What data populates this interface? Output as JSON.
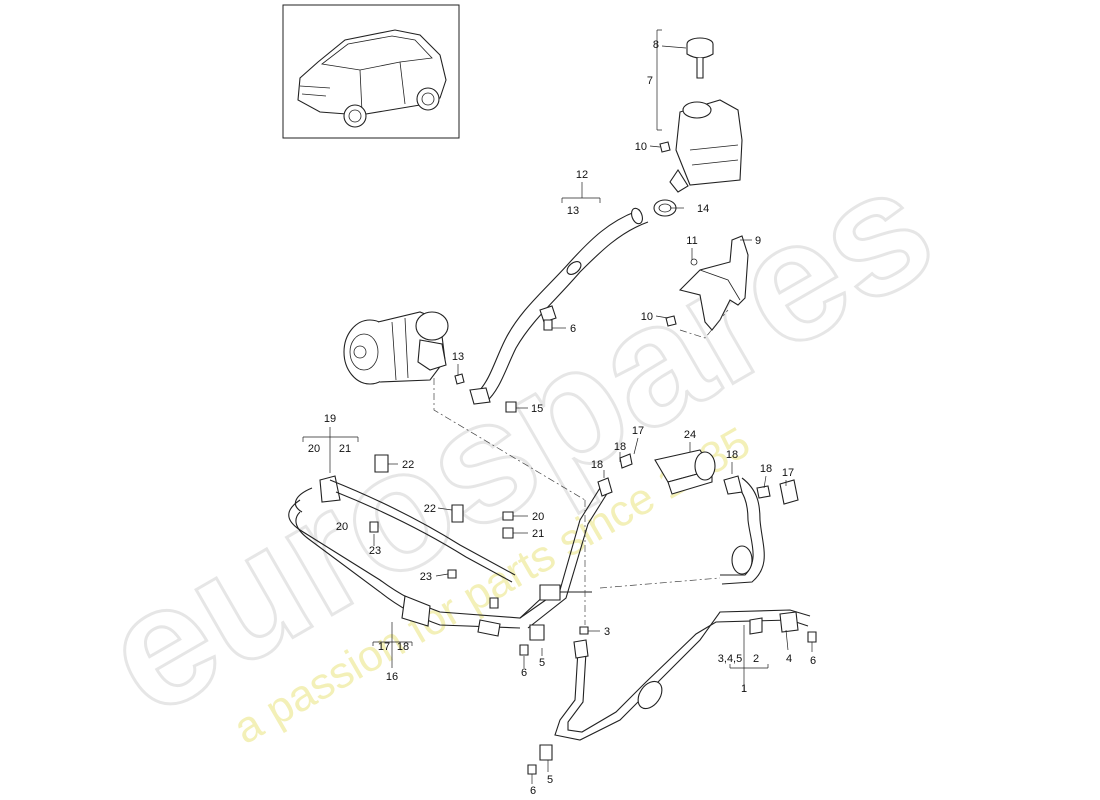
{
  "watermark": {
    "brand": "eurospares",
    "tagline": "a passion for parts since 1985"
  },
  "callouts": {
    "c1": "1",
    "c2": "2",
    "c3": "3",
    "c345": "3,4,5",
    "c4": "4",
    "c5a": "5",
    "c5b": "5",
    "c6a": "6",
    "c6b": "6",
    "c6c": "6",
    "c6d": "6",
    "c7": "7",
    "c8": "8",
    "c9": "9",
    "c10a": "10",
    "c10b": "10",
    "c11": "11",
    "c12": "12",
    "c13a": "13",
    "c13b": "13",
    "c14": "14",
    "c15": "15",
    "c16": "16",
    "c17a": "17",
    "c17b": "17",
    "c17c": "17",
    "c18a": "18",
    "c18b": "18",
    "c18c": "18",
    "c18d": "18",
    "c18e": "18",
    "c19": "19",
    "c20a": "20",
    "c20b": "20",
    "c20c": "20",
    "c21a": "21",
    "c21b": "21",
    "c22a": "22",
    "c22b": "22",
    "c23a": "23",
    "c23b": "23",
    "c24": "24"
  },
  "colors": {
    "line": "#222222",
    "watermark_outline": "#e6e6e6",
    "watermark_tagline": "#f3f0b8"
  }
}
